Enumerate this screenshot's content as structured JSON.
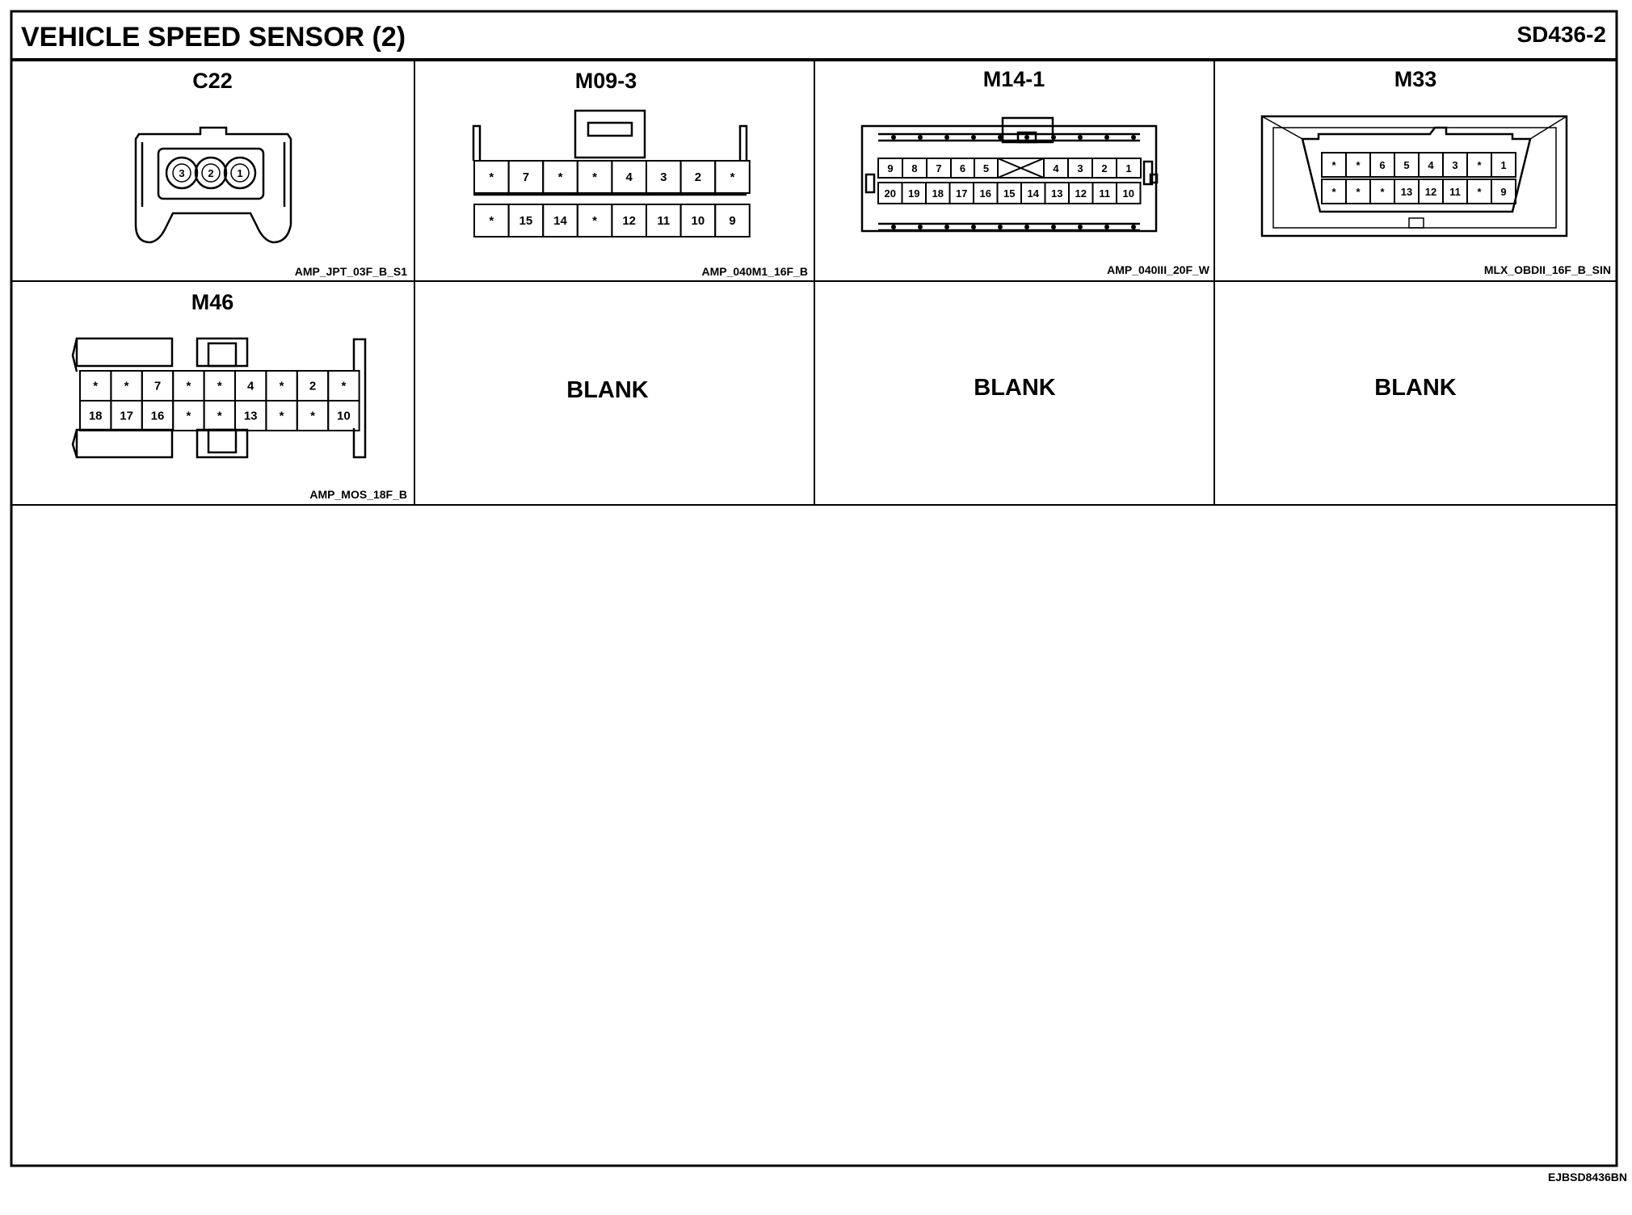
{
  "header": {
    "title": "VEHICLE SPEED SENSOR (2)",
    "code": "SD436-2"
  },
  "connectors": [
    {
      "id": "C22",
      "part": "AMP_JPT_03F_B_S1",
      "pins": [
        "3",
        "2",
        "1"
      ]
    },
    {
      "id": "M09-3",
      "part": "AMP_040M1_16F_B",
      "rows": [
        [
          "*",
          "7",
          "*",
          "*",
          "4",
          "3",
          "2",
          "*"
        ],
        [
          "*",
          "15",
          "14",
          "*",
          "12",
          "11",
          "10",
          "9"
        ]
      ]
    },
    {
      "id": "M14-1",
      "part": "AMP_040III_20F_W",
      "rows": [
        [
          "9",
          "8",
          "7",
          "6",
          "5",
          "X",
          "4",
          "3",
          "2",
          "1"
        ],
        [
          "20",
          "19",
          "18",
          "17",
          "16",
          "15",
          "14",
          "13",
          "12",
          "11",
          "10"
        ]
      ]
    },
    {
      "id": "M33",
      "part": "MLX_OBDII_16F_B_SIN",
      "rows": [
        [
          "*",
          "*",
          "6",
          "5",
          "4",
          "3",
          "*",
          "1"
        ],
        [
          "*",
          "*",
          "*",
          "13",
          "12",
          "11",
          "*",
          "9"
        ]
      ]
    },
    {
      "id": "M46",
      "part": "AMP_MOS_18F_B",
      "rows": [
        [
          "*",
          "*",
          "7",
          "*",
          "*",
          "4",
          "*",
          "2",
          "*"
        ],
        [
          "18",
          "17",
          "16",
          "*",
          "*",
          "13",
          "*",
          "*",
          "10"
        ]
      ]
    }
  ],
  "blanks": [
    "BLANK",
    "BLANK",
    "BLANK"
  ],
  "footer": {
    "doc_id": "EJBSD8436BN"
  }
}
